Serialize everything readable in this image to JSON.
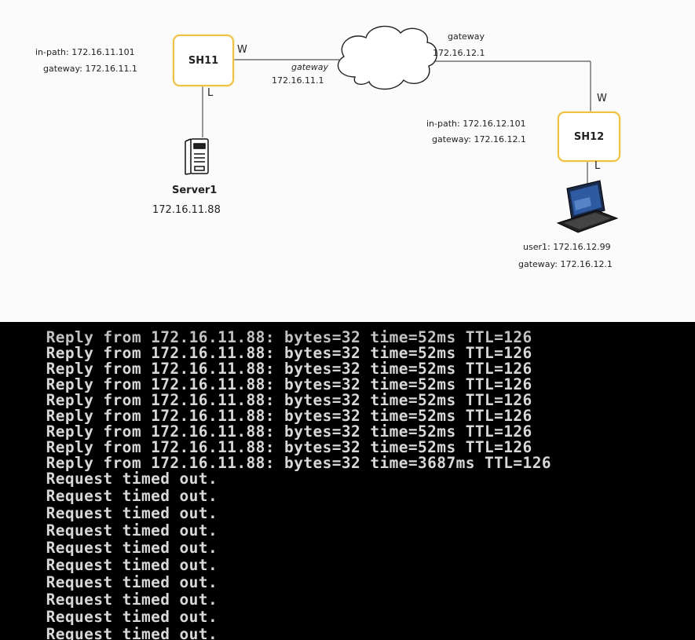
{
  "diagram": {
    "sh11": {
      "name": "SH11",
      "inpath": "in-path: 172.16.11.101",
      "gateway": "gateway: 172.16.11.1",
      "wan_port": "W",
      "lan_port": "L"
    },
    "cloud_left": {
      "label": "gateway",
      "ip": "172.16.11.1"
    },
    "cloud_right": {
      "label": "gateway",
      "ip": "172.16.12.1"
    },
    "sh12": {
      "name": "SH12",
      "inpath": "in-path: 172.16.12.101",
      "gateway": "gateway: 172.16.12.1",
      "wan_port": "W",
      "lan_port": "L"
    },
    "server": {
      "name": "Server1",
      "ip": "172.16.11.88"
    },
    "user": {
      "ip": "user1: 172.16.12.99",
      "gateway": "gateway: 172.16.12.1"
    }
  },
  "terminal": {
    "lines": [
      "Reply from 172.16.11.88: bytes=32 time=52ms TTL=126",
      "Reply from 172.16.11.88: bytes=32 time=52ms TTL=126",
      "Reply from 172.16.11.88: bytes=32 time=52ms TTL=126",
      "Reply from 172.16.11.88: bytes=32 time=52ms TTL=126",
      "Reply from 172.16.11.88: bytes=32 time=52ms TTL=126",
      "Reply from 172.16.11.88: bytes=32 time=52ms TTL=126",
      "Reply from 172.16.11.88: bytes=32 time=52ms TTL=126",
      "Reply from 172.16.11.88: bytes=32 time=52ms TTL=126",
      "Reply from 172.16.11.88: bytes=32 time=3687ms TTL=126",
      "Request timed out.",
      "Request timed out.",
      "Request timed out.",
      "Request timed out.",
      "Request timed out.",
      "Request timed out.",
      "Request timed out.",
      "Request timed out.",
      "Request timed out.",
      "Request timed out."
    ]
  },
  "colors": {
    "node_border": "#f0c040",
    "terminal_bg": "#000000",
    "terminal_text": "#d8d8d8"
  }
}
